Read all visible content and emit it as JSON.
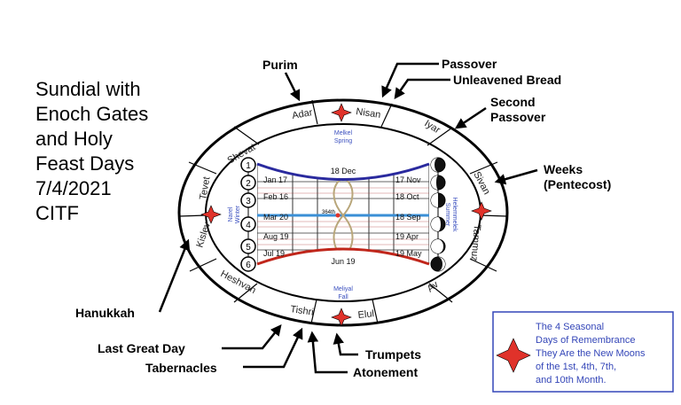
{
  "title_lines": [
    "Sundial with",
    "Enoch Gates",
    "and Holy",
    "Feast Days",
    "7/4/2021",
    "CITF"
  ],
  "feasts": {
    "purim": "Purim",
    "passover": "Passover",
    "unleavened": "Unleavened Bread",
    "second_passover_1": "Second",
    "second_passover_2": "Passover",
    "weeks_1": "Weeks",
    "weeks_2": "(Pentecost)",
    "hanukkah": "Hanukkah",
    "last_great_day": "Last Great Day",
    "tabernacles": "Tabernacles",
    "trumpets": "Trumpets",
    "atonement": "Atonement"
  },
  "months": {
    "adar": "Adar",
    "nisan": "Nisan",
    "iyar": "Iyar",
    "sivan": "Sivan",
    "tammuz": "Tammuz",
    "av": "Av",
    "elul": "Elul",
    "tishri": "Tishri",
    "heshvan": "Heshvan",
    "kislev": "Kislev",
    "tevet": "Tevet",
    "shevat": "Shevat"
  },
  "seasons": {
    "spring_1": "Melkel",
    "spring_2": "Spring",
    "fall_1": "Meliyal",
    "fall_2": "Fall",
    "winter_1": "Narel",
    "winter_2": "Winter",
    "summer_1": "Helemmelek",
    "summer_2": "Summer"
  },
  "gates": [
    "1",
    "2",
    "3",
    "4",
    "5",
    "6"
  ],
  "left_dates": [
    "Jan 17",
    "Feb 16",
    "Mar 20",
    "Aug 19",
    "Jul 19"
  ],
  "right_dates": [
    "17 Nov",
    "18 Oct",
    "18 Sep",
    "19 Apr",
    "19 May"
  ],
  "top_date": "18 Dec",
  "bottom_date": "Jun 19",
  "marker": "364th",
  "legend_lines": [
    "The 4 Seasonal",
    "Days of Remembrance",
    "They Are the New Moons",
    "of the 1st, 4th, 7th,",
    "and 10th Month."
  ],
  "colors": {
    "top_curve": "#2a2a9e",
    "bottom_curve": "#c0261b",
    "equinox": "#3a8fd6",
    "star": "#e0322a",
    "legend_border": "#3446b8",
    "legend_text": "#3446b8"
  },
  "icons": [
    "four-point-star-icon",
    "moon-phase-icon",
    "arrow-icon"
  ]
}
